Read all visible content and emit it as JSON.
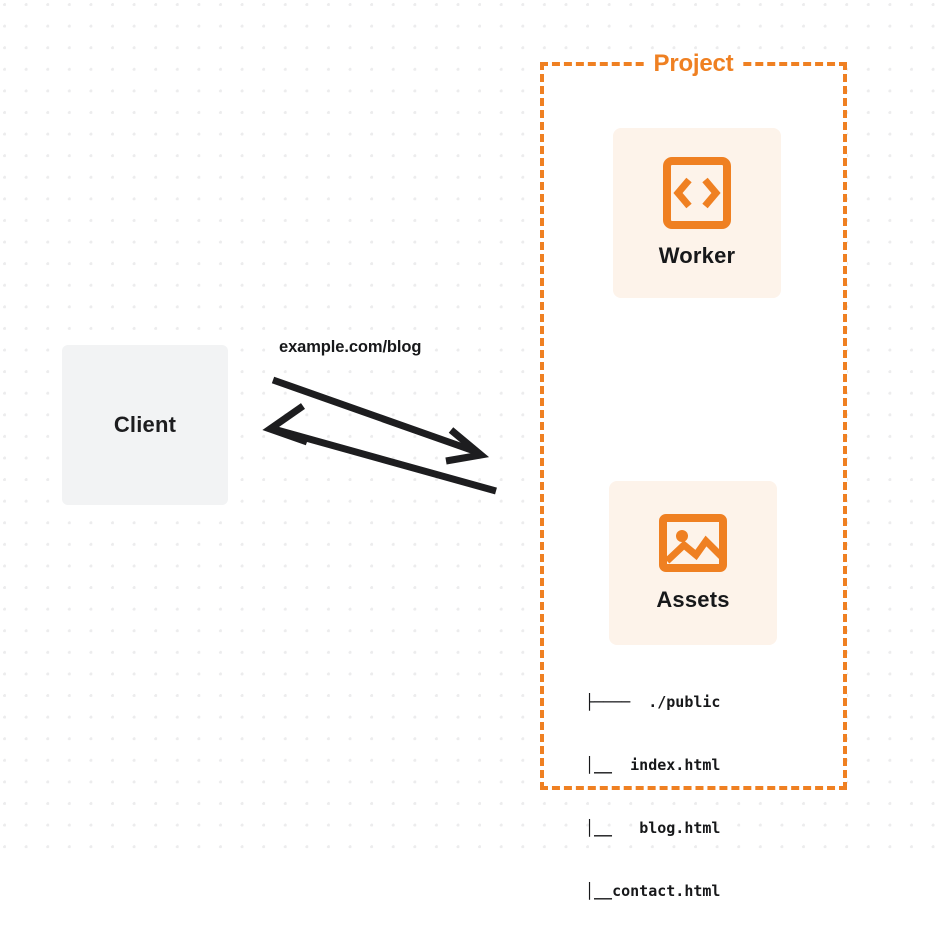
{
  "diagram": {
    "title": "Cloudflare Worker with static assets request flow",
    "background": {
      "dot_color": "#ececed",
      "page_color": "#ffffff"
    },
    "colors": {
      "accent_orange": "#ef8022",
      "card_bg": "#fdf3ea",
      "client_bg": "#f2f3f4",
      "text_dark": "#17181a"
    }
  },
  "client": {
    "label": "Client"
  },
  "connection": {
    "label": "example.com/blog",
    "request_arrow": "arrow-right",
    "response_arrow": "arrow-left"
  },
  "project": {
    "title": "Project",
    "nodes": [
      {
        "id": "worker",
        "label": "Worker",
        "icon": "code-brackets-icon"
      },
      {
        "id": "assets",
        "label": "Assets",
        "icon": "image-picture-icon"
      }
    ],
    "file_tree": [
      {
        "branch": "├────",
        "name": "./public"
      },
      {
        "branch": "│__",
        "name": "index.html"
      },
      {
        "branch": "│__",
        "name": "blog.html"
      },
      {
        "branch": "│__",
        "name": "contact.html"
      }
    ]
  }
}
